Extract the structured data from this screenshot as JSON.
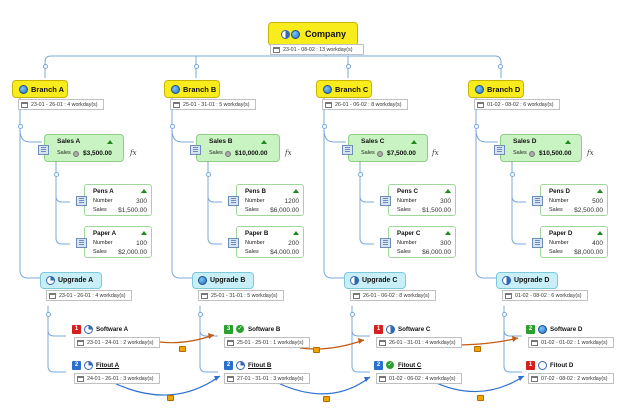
{
  "colors": {
    "root": "#f9ec1c",
    "branch": "#f9ec1c",
    "sales": "#c9f3c2",
    "upgrade": "#c8eef7",
    "priority_red": "#d62020",
    "priority_blue": "#2b6fd1",
    "priority_green": "#2ca02c",
    "link": "#7aa8d8",
    "dep_orange": "#c55a11",
    "dep_blue": "#2f6fd1"
  },
  "root": {
    "title": "Company",
    "dates": "23-01 - 08-02 : 13 workday(s)"
  },
  "branches": [
    {
      "title": "Branch A",
      "dates": "23-01 - 26-01 : 4 workday(s)",
      "sales": {
        "title": "Sales A",
        "label": "Sales",
        "value": "$3,500.00",
        "fx": "fx"
      },
      "items": [
        {
          "title": "Pens A",
          "num_label": "Number",
          "num": "300",
          "sales_label": "Sales",
          "sales": "$1,500.00"
        },
        {
          "title": "Paper A",
          "num_label": "Number",
          "num": "100",
          "sales_label": "Sales",
          "sales": "$2,000.00"
        }
      ],
      "upgrade": {
        "title": "Upgrade A",
        "dates": "23-01 - 26-01 : 4 workday(s)"
      },
      "tasks": [
        {
          "priority": "1",
          "title": "Software A",
          "dates": "23-01 - 24-01 : 2 workday(s)"
        },
        {
          "priority": "2",
          "title": "Fitout A",
          "dates": "24-01 - 26-01 : 3 workday(s)"
        }
      ]
    },
    {
      "title": "Branch B",
      "dates": "25-01 - 31-01 : 5 workday(s)",
      "sales": {
        "title": "Sales B",
        "label": "Sales",
        "value": "$10,000.00",
        "fx": "fx"
      },
      "items": [
        {
          "title": "Pens B",
          "num_label": "Number",
          "num": "1200",
          "sales_label": "Sales",
          "sales": "$6,000.00"
        },
        {
          "title": "Paper B",
          "num_label": "Number",
          "num": "200",
          "sales_label": "Sales",
          "sales": "$4,000.00"
        }
      ],
      "upgrade": {
        "title": "Upgrade B",
        "dates": "25-01 - 31-01 : 5 workday(s)"
      },
      "tasks": [
        {
          "priority": "3",
          "title": "Software B",
          "dates": "25-01 - 25-01 : 1 workday(s)"
        },
        {
          "priority": "2",
          "title": "Fitout B",
          "dates": "27-01 - 31-01 : 3 workday(s)"
        }
      ]
    },
    {
      "title": "Branch C",
      "dates": "26-01 - 06-02 : 8 workday(s)",
      "sales": {
        "title": "Sales C",
        "label": "Sales",
        "value": "$7,500.00",
        "fx": "fx"
      },
      "items": [
        {
          "title": "Pens C",
          "num_label": "Number",
          "num": "300",
          "sales_label": "Sales",
          "sales": "$1,500.00"
        },
        {
          "title": "Paper C",
          "num_label": "Number",
          "num": "300",
          "sales_label": "Sales",
          "sales": "$6,000.00"
        }
      ],
      "upgrade": {
        "title": "Upgrade C",
        "dates": "26-01 - 06-02 : 8 workday(s)"
      },
      "tasks": [
        {
          "priority": "1",
          "title": "Software C",
          "dates": "26-01 - 31-01 : 4 workday(s)"
        },
        {
          "priority": "2",
          "title": "Fitout C",
          "dates": "01-02 - 06-02 : 4 workday(s)"
        }
      ]
    },
    {
      "title": "Branch D",
      "dates": "01-02 - 08-02 : 6 workday(s)",
      "sales": {
        "title": "Sales D",
        "label": "Sales",
        "value": "$10,500.00",
        "fx": "fx"
      },
      "items": [
        {
          "title": "Pens D",
          "num_label": "Number",
          "num": "500",
          "sales_label": "Sales",
          "sales": "$2,500.00"
        },
        {
          "title": "Paper D",
          "num_label": "Number",
          "num": "400",
          "sales_label": "Sales",
          "sales": "$8,000.00"
        }
      ],
      "upgrade": {
        "title": "Upgrade D",
        "dates": "01-02 - 08-02 : 6 workday(s)"
      },
      "tasks": [
        {
          "priority": "2",
          "title": "Software D",
          "dates": "01-02 - 01-02 : 1 workday(s)"
        },
        {
          "priority": "1",
          "title": "Fitout D",
          "dates": "07-02 - 08-02 : 2 workday(s)"
        }
      ]
    }
  ]
}
